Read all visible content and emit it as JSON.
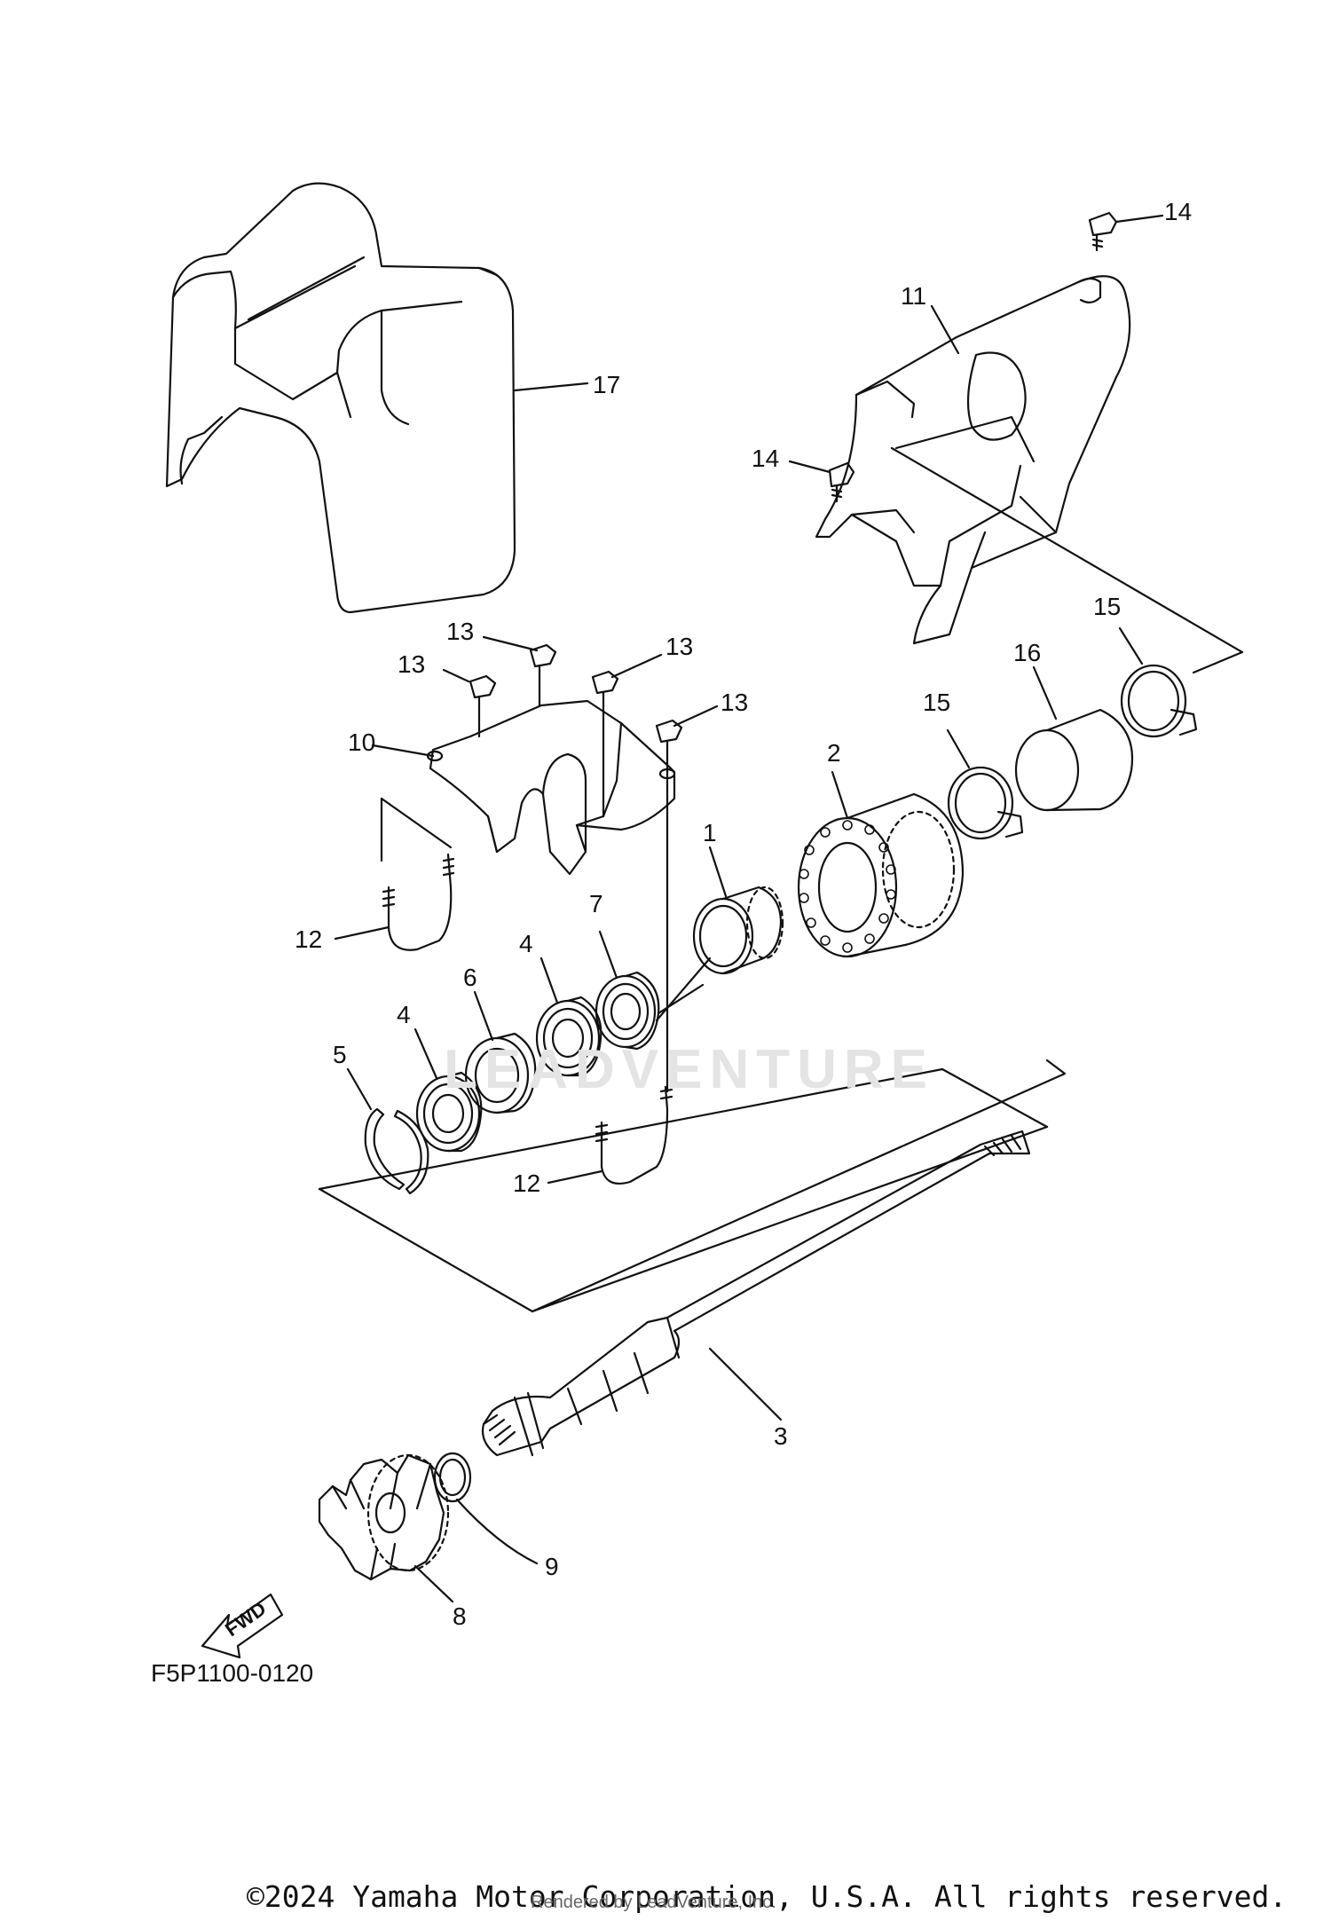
{
  "diagram": {
    "part_callouts": [
      {
        "id": "c1",
        "label": "1"
      },
      {
        "id": "c2",
        "label": "2"
      },
      {
        "id": "c3",
        "label": "3"
      },
      {
        "id": "c4a",
        "label": "4"
      },
      {
        "id": "c4b",
        "label": "4"
      },
      {
        "id": "c5",
        "label": "5"
      },
      {
        "id": "c6",
        "label": "6"
      },
      {
        "id": "c7",
        "label": "7"
      },
      {
        "id": "c8",
        "label": "8"
      },
      {
        "id": "c9",
        "label": "9"
      },
      {
        "id": "c10",
        "label": "10"
      },
      {
        "id": "c11",
        "label": "11"
      },
      {
        "id": "c12a",
        "label": "12"
      },
      {
        "id": "c12b",
        "label": "12"
      },
      {
        "id": "c13a",
        "label": "13"
      },
      {
        "id": "c13b",
        "label": "13"
      },
      {
        "id": "c13c",
        "label": "13"
      },
      {
        "id": "c13d",
        "label": "13"
      },
      {
        "id": "c14a",
        "label": "14"
      },
      {
        "id": "c14b",
        "label": "14"
      },
      {
        "id": "c15a",
        "label": "15"
      },
      {
        "id": "c15b",
        "label": "15"
      },
      {
        "id": "c16",
        "label": "16"
      },
      {
        "id": "c17",
        "label": "17"
      }
    ],
    "fwd_label": "FWD",
    "figure_code": "F5P1100-0120",
    "watermark": "LEADVENTURE",
    "copyright": "©2024 Yamaha Motor Corporation, U.S.A. All rights reserved.",
    "rendered_by": "Rendered by LeadVenture, Inc."
  }
}
